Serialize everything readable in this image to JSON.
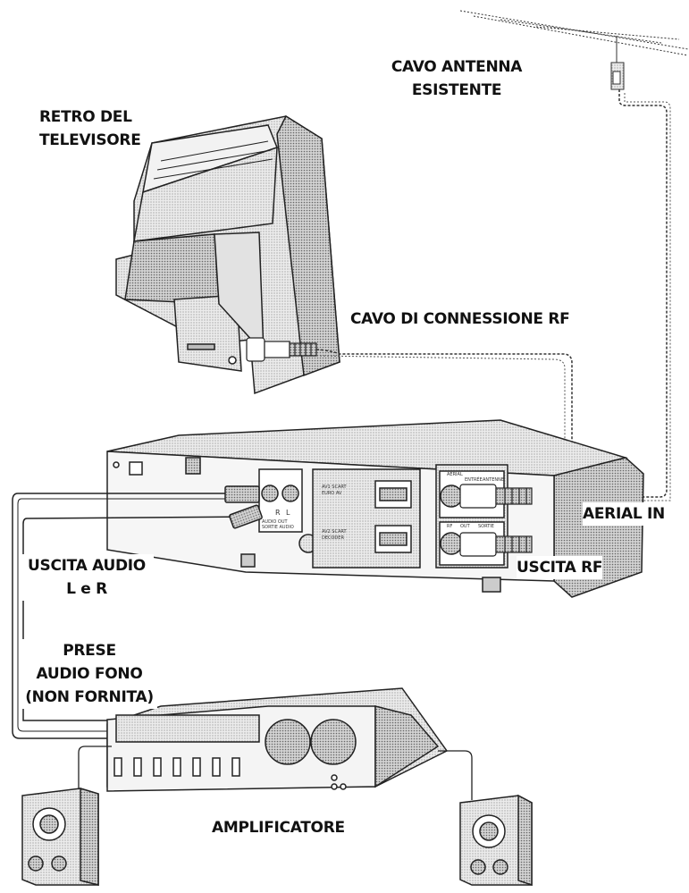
{
  "labels": {
    "tv": [
      "RETRO DEL",
      "TELEVISORE"
    ],
    "antenna": [
      "CAVO ANTENNA",
      "ESISTENTE"
    ],
    "rf_cable": "CAVO DI CONNESSIONE RF",
    "aerial_in": "AERIAL IN",
    "rf_out": "USCITA RF",
    "audio_out": [
      "USCITA AUDIO",
      "L e R"
    ],
    "phono": [
      "PRESE",
      "AUDIO FONO",
      "(NON FORNITA)"
    ],
    "amplifier": "AMPLIFICATORE"
  },
  "vcr_markings": {
    "aerial_panel": [
      "AERIAL",
      "ENTRÉE",
      "ANTENNE"
    ],
    "rf_panel": [
      "RF",
      "OUT",
      "SORTIE"
    ],
    "scart_top": [
      "AV1 SCART",
      "EURO AV"
    ],
    "scart_bottom": [
      "AV2 SCART",
      "DECODER"
    ],
    "audio_out": [
      "AUDIO OUT",
      "SORTIE AUDIO"
    ],
    "audio_channels": [
      "R",
      "L"
    ]
  },
  "colors": {
    "line": "#222222",
    "shade": "#d8d8d8",
    "light": "#ececec",
    "dark": "#9a9a9a"
  }
}
